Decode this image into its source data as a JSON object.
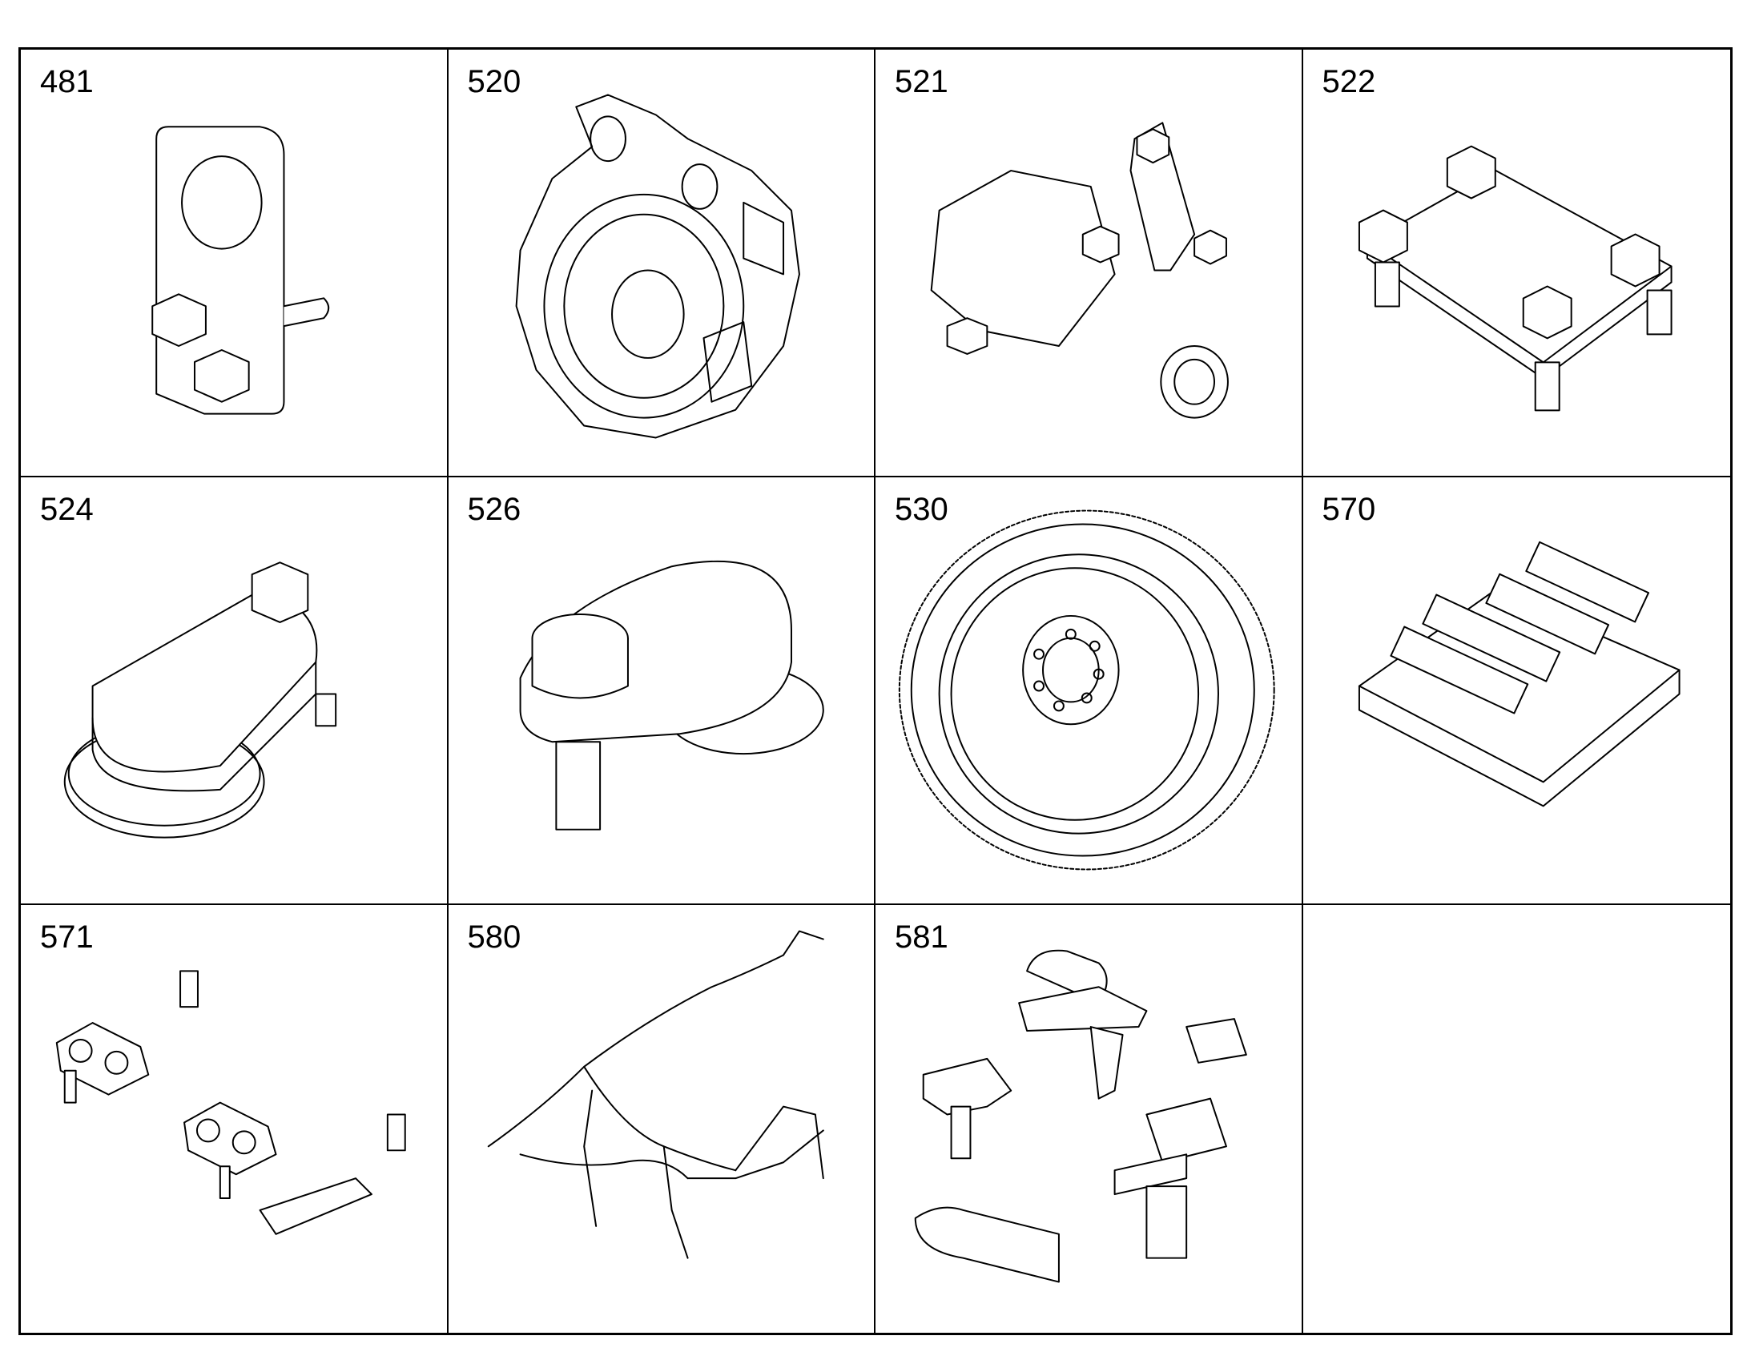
{
  "cells": [
    {
      "label": "481",
      "icon": "pin-bracket-icon"
    },
    {
      "label": "520",
      "icon": "flywheel-housing-icon"
    },
    {
      "label": "521",
      "icon": "cover-plates-icon"
    },
    {
      "label": "522",
      "icon": "clamp-plate-icon"
    },
    {
      "label": "524",
      "icon": "cover-plug-icon"
    },
    {
      "label": "526",
      "icon": "cam-bracket-icon"
    },
    {
      "label": "530",
      "icon": "flywheel-icon"
    },
    {
      "label": "570",
      "icon": "control-unit-icon"
    },
    {
      "label": "571",
      "icon": "clips-kit-icon"
    },
    {
      "label": "580",
      "icon": "wiring-harness-icon"
    },
    {
      "label": "581",
      "icon": "sensors-icon"
    },
    {
      "label": "",
      "icon": ""
    }
  ]
}
